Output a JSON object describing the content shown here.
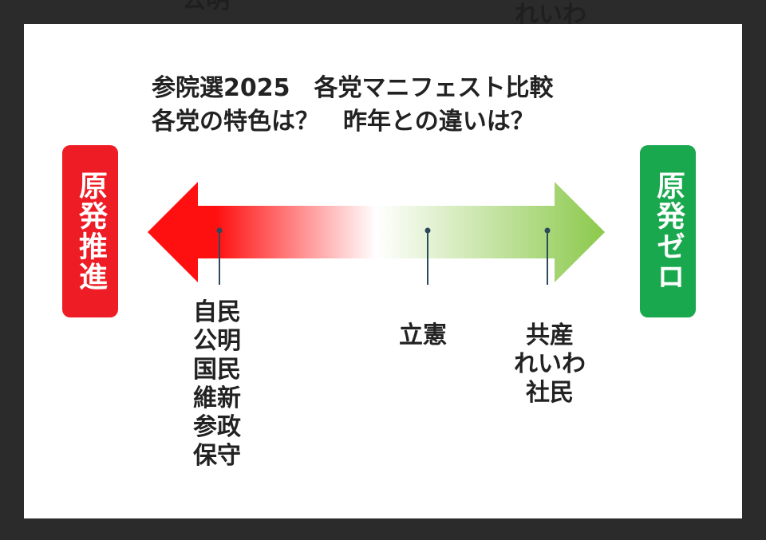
{
  "background_text": {
    "left": "公明",
    "right": "れいわ"
  },
  "title": {
    "line1": "参院選2025　各党マニフェスト比較",
    "line2": "各党の特色は？　昨年との違いは？"
  },
  "left_end": {
    "label": "原発推進",
    "color": "#ee1c25"
  },
  "right_end": {
    "label": "原発ゼロ",
    "color": "#1aa84f"
  },
  "arrow": {
    "color_left": "#ff1010",
    "color_mid": "#ffffff",
    "color_right": "#8cc94c"
  },
  "groups": {
    "left": [
      "自民",
      "公明",
      "国民",
      "維新",
      "参政",
      "保守"
    ],
    "center": [
      "立憲"
    ],
    "right": [
      "共産",
      "れいわ",
      "社民"
    ]
  }
}
